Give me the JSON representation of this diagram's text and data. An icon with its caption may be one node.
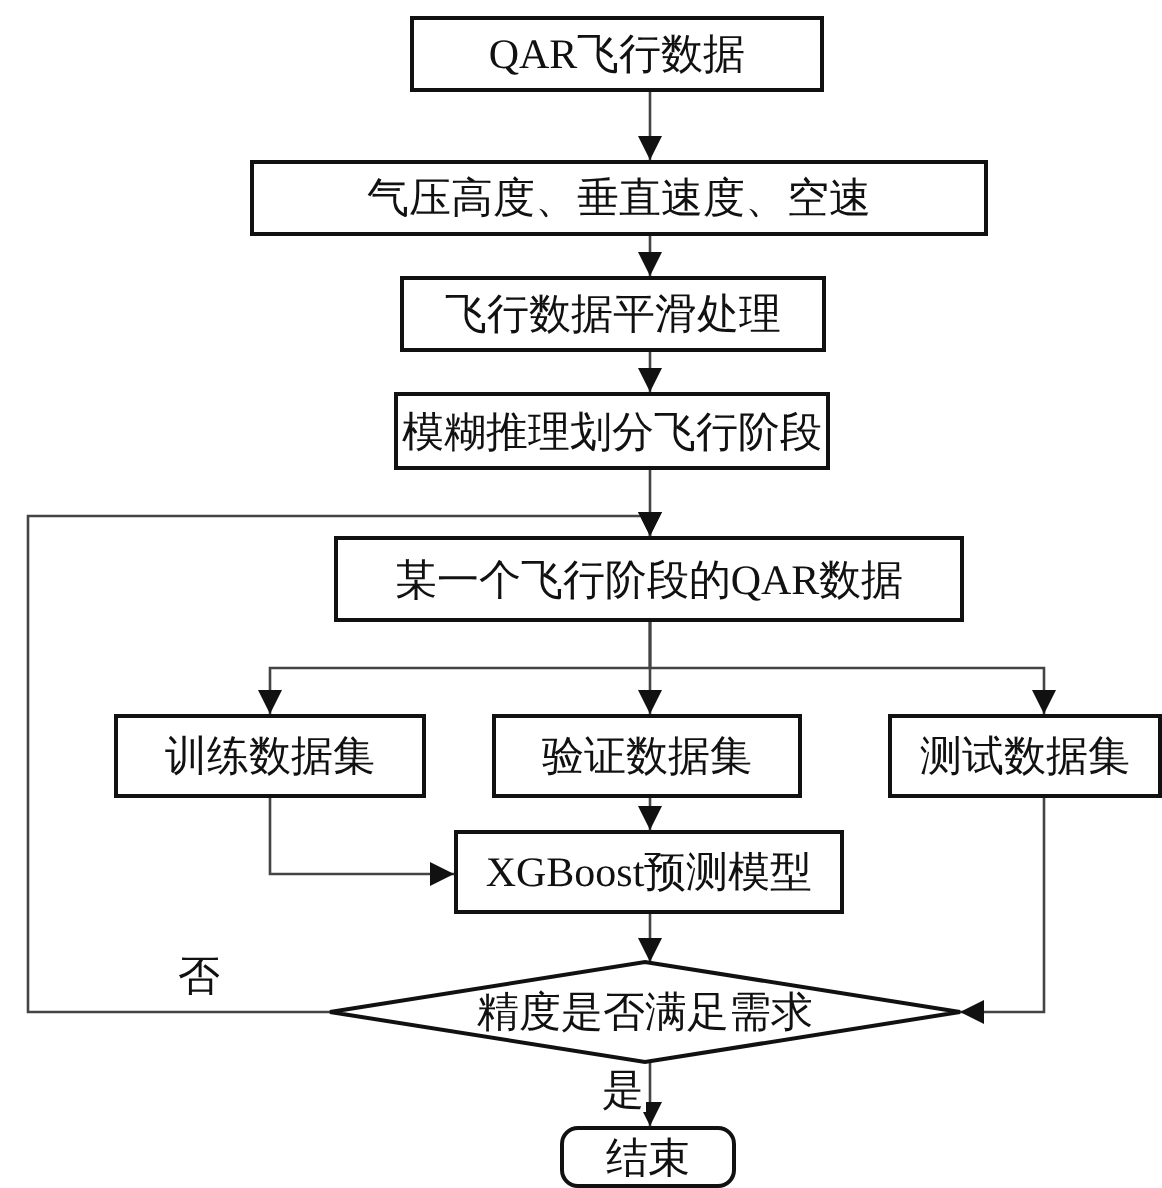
{
  "diagram": {
    "nodes": [
      {
        "text": [
          "QAR飞行数据"
        ]
      },
      {
        "text": [
          "气压高度、垂直速度、空速"
        ]
      },
      {
        "text": [
          "飞行数据平滑处理"
        ]
      },
      {
        "text": [
          "模糊推理划分飞行阶段"
        ]
      },
      {
        "text": [
          "某一个飞行阶段的QAR数据"
        ]
      },
      {
        "text": [
          "训练数据集"
        ]
      },
      {
        "text": [
          "验证数据集"
        ]
      },
      {
        "text": [
          "测试数据集"
        ]
      },
      {
        "text": [
          "XGBoost预测模型"
        ]
      },
      {
        "text": [
          "精度是否满足需求"
        ]
      },
      {
        "text": [
          "结束"
        ]
      }
    ],
    "edges": [
      {
        "from": 0,
        "to": 1,
        "arrow": "to"
      },
      {
        "from": 1,
        "to": 2,
        "arrow": "to"
      },
      {
        "from": 2,
        "to": 3,
        "arrow": "to"
      },
      {
        "from": 3,
        "to": 4,
        "arrow": "to"
      },
      {
        "from": 4,
        "to": 5,
        "arrow": "to"
      },
      {
        "from": 4,
        "to": 6,
        "arrow": "to"
      },
      {
        "from": 4,
        "to": 7,
        "arrow": "to"
      },
      {
        "from": 5,
        "to": 8,
        "arrow": "to"
      },
      {
        "from": 6,
        "to": 8,
        "arrow": "to"
      },
      {
        "from": 8,
        "to": 9,
        "arrow": "to"
      },
      {
        "from": 7,
        "to": 9,
        "arrow": "to"
      },
      {
        "from": 9,
        "to": 4,
        "arrow": "to",
        "label": "否"
      },
      {
        "from": 9,
        "to": 10,
        "arrow": "to",
        "label": "是"
      }
    ]
  }
}
